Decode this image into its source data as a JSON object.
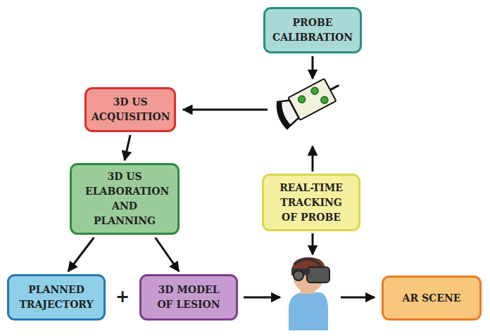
{
  "diagram": {
    "nodes": [
      {
        "text": [
          "PROBE CALIBRATION"
        ]
      },
      {
        "text": [
          "3D US ACQUISITION"
        ]
      },
      {
        "text": [
          "3D US ELABORATION AND PLANNING"
        ]
      },
      {
        "text": [
          "REAL-TIME TRACKING OF PROBE"
        ]
      },
      {
        "text": [
          "PLANNED TRAJECTORY"
        ]
      },
      {
        "text": [
          "3D MODEL OF LESION"
        ]
      },
      {
        "text": [
          "AR SCENE"
        ]
      }
    ],
    "edges": [
      {
        "from": 1,
        "to": 2,
        "arrow": "to"
      },
      {
        "from": 2,
        "to": 4,
        "arrow": "to"
      },
      {
        "from": 2,
        "to": 5,
        "arrow": "to"
      }
    ],
    "labels": [
      "+"
    ]
  }
}
